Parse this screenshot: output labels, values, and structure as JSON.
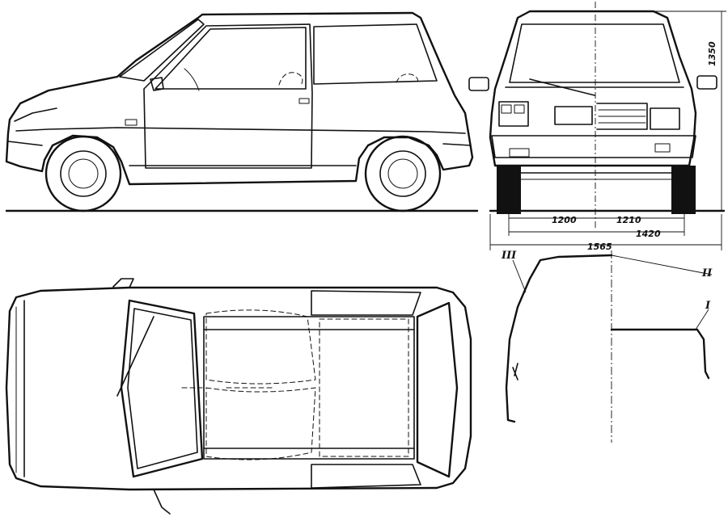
{
  "dimensions": {
    "front_track_left": "1200",
    "rear_track": "1210",
    "track_1420": "1420",
    "overall_width": "1565",
    "overall_height": "1350"
  },
  "sections": {
    "label_1": "III",
    "label_2": "II",
    "label_3": "I"
  }
}
